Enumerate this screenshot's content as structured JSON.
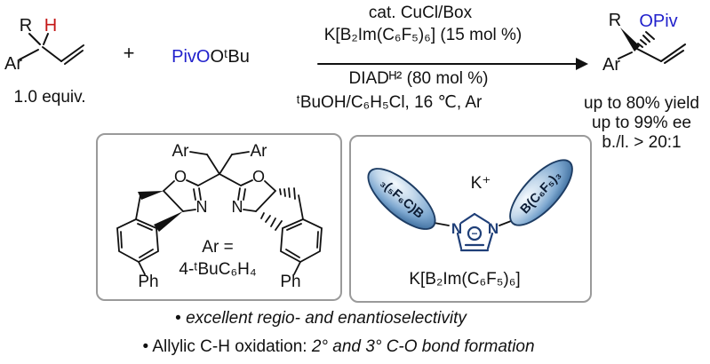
{
  "colors": {
    "bond_black": "#111111",
    "label_red": "#c41717",
    "label_blue": "#2121cc",
    "ring_navy": "#1f3f78",
    "ellipse_blue": "#5d8cbe",
    "box_border": "#9a9a9a"
  },
  "scheme": {
    "substrate": {
      "r_label": "R",
      "h_label": "H",
      "ar_label": "Ar",
      "equiv": "1.0 equiv."
    },
    "plus_sign": "+",
    "oxidant": {
      "piv_blue": "PivO",
      "rest_black": "OᵗBu"
    },
    "conditions": {
      "line1": "cat. CuCl/Box",
      "line2": "K[B₂Im(C₆F₅)₆] (15 mol %)",
      "line3": "DIADᴴ² (80 mol %)",
      "line4": "ᵗBuOH/C₆H₅Cl, 16 ℃, Ar"
    },
    "product": {
      "r_label": "R",
      "opiv_label": "OPiv",
      "ar_label": "Ar"
    },
    "results": [
      "up to 80% yield",
      "up to 99% ee",
      "b./l. > 20:1"
    ]
  },
  "ligand_box": {
    "ar_top_left": "Ar",
    "ar_top_right": "Ar",
    "o_left": "O",
    "o_right": "O",
    "n_left": "N",
    "n_right": "N",
    "ph_left": "Ph",
    "ph_right": "Ph",
    "ar_def_line1": "Ar =",
    "ar_def_line2": "4-ᵗBuC₆H₄"
  },
  "borate_box": {
    "k_cation": "K⁺",
    "n_left": "N",
    "n_right": "N",
    "minus_charge": "−",
    "ellipse_left_label": "₃(₅F₆C)B",
    "ellipse_right_label": "B(C₆F₅)₃",
    "caption": "K[B₂Im(C₆F₅)₆]"
  },
  "bullets": {
    "marker": "•",
    "line1": "excellent regio- and enantioselectivity",
    "line2_roman": "Allylic C-H oxidation: ",
    "line2_italic": "2° and 3° C-O bond formation"
  }
}
